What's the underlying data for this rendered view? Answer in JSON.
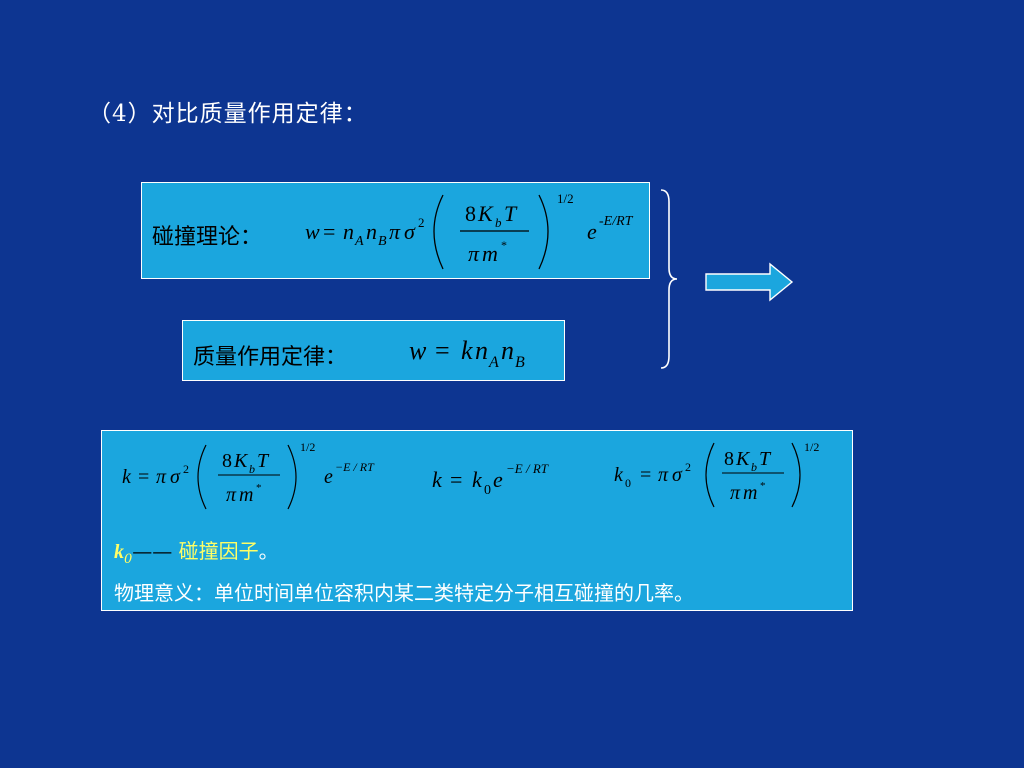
{
  "heading": "（4）对比质量作用定律：",
  "collision_box": {
    "label": "碰撞理论：",
    "lhs": "w",
    "eq": "=",
    "n": "n",
    "sub_a": "A",
    "sub_b": "B",
    "pi": "π",
    "sigma": "σ",
    "sq": "2",
    "num8": "8",
    "k": "K",
    "sub_b_lower": "b",
    "t": "T",
    "m": "m",
    "star": "*",
    "half": "1/2",
    "e": "e",
    "exp": "-E/RT"
  },
  "mass_action_box": {
    "label": "质量作用定律：",
    "formula_w": "w",
    "formula_eq": "=",
    "formula_k": "k",
    "formula_n": "n",
    "sub_a": "A",
    "sub_b": "B"
  },
  "bottom_box": {
    "f1_k": "k",
    "f2_k": "k",
    "f2_k0": "k",
    "f2_sub0": "0",
    "f2_e": "e",
    "f2_exp": "−E / RT",
    "f3_k": "k",
    "f3_sub0": "0",
    "exp_e": "−E / RT",
    "k0_label": "k",
    "k0_sub": "0",
    "dash": "——",
    "factor_name": "碰撞因子",
    "period": "。",
    "meaning": "物理意义：单位时间单位容积内某二类特定分子相互碰撞的几率。"
  },
  "colors": {
    "background": "#0d3591",
    "box_fill": "#1ba6de",
    "highlight": "#ffff66",
    "arrow_fill": "#1ba6de"
  }
}
